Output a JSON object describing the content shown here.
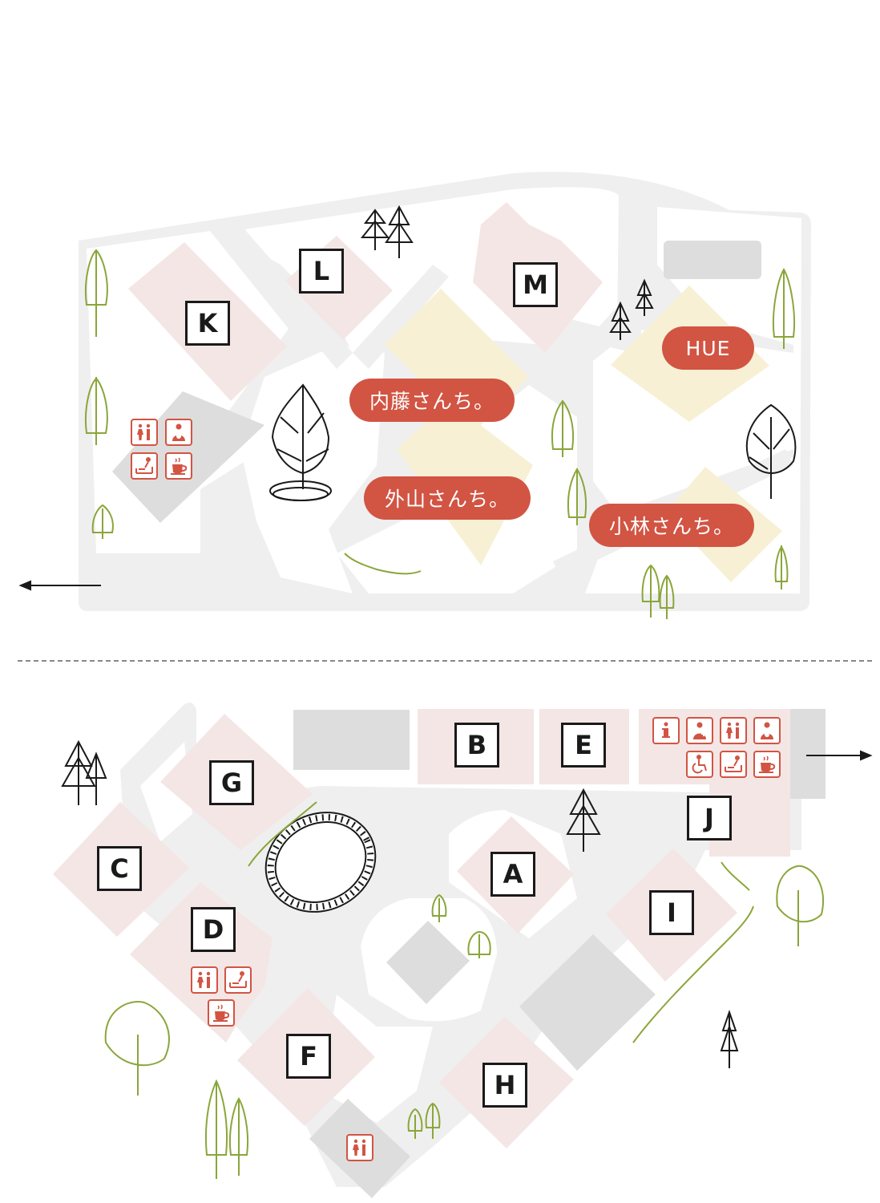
{
  "colors": {
    "road": "#efefef",
    "building_pink": "#f3e6e5",
    "building_yellow": "#f7f0d4",
    "building_gray": "#dddddd",
    "accent_red": "#d25443",
    "tree_green": "#8aa63a",
    "tree_black": "#1a1a1a"
  },
  "upper_area": {
    "buildings": {
      "k": "K",
      "l": "L",
      "m": "M"
    },
    "shops": {
      "hue": "HUE",
      "naito": "内藤さんち。",
      "toyama": "外山さんち。",
      "kobayashi": "小林さんち。"
    },
    "facility_icons": [
      "restroom-icon",
      "nursing-room-icon",
      "diaper-changing-icon",
      "cafe-icon"
    ],
    "exit_arrow": "arrow-left-icon"
  },
  "lower_area": {
    "buildings": {
      "a": "A",
      "b": "B",
      "c": "C",
      "d": "D",
      "e": "E",
      "f": "F",
      "g": "G",
      "h": "H",
      "i": "I",
      "j": "J"
    },
    "facility_icons_j": [
      "information-icon",
      "first-aid-icon",
      "restroom-icon",
      "nursing-room-icon",
      "wheelchair-icon",
      "diaper-changing-icon",
      "cafe-icon"
    ],
    "facility_icons_d": [
      "restroom-icon",
      "diaper-changing-icon",
      "cafe-icon"
    ],
    "facility_icons_south": [
      "restroom-icon"
    ],
    "exit_arrow": "arrow-right-icon"
  }
}
